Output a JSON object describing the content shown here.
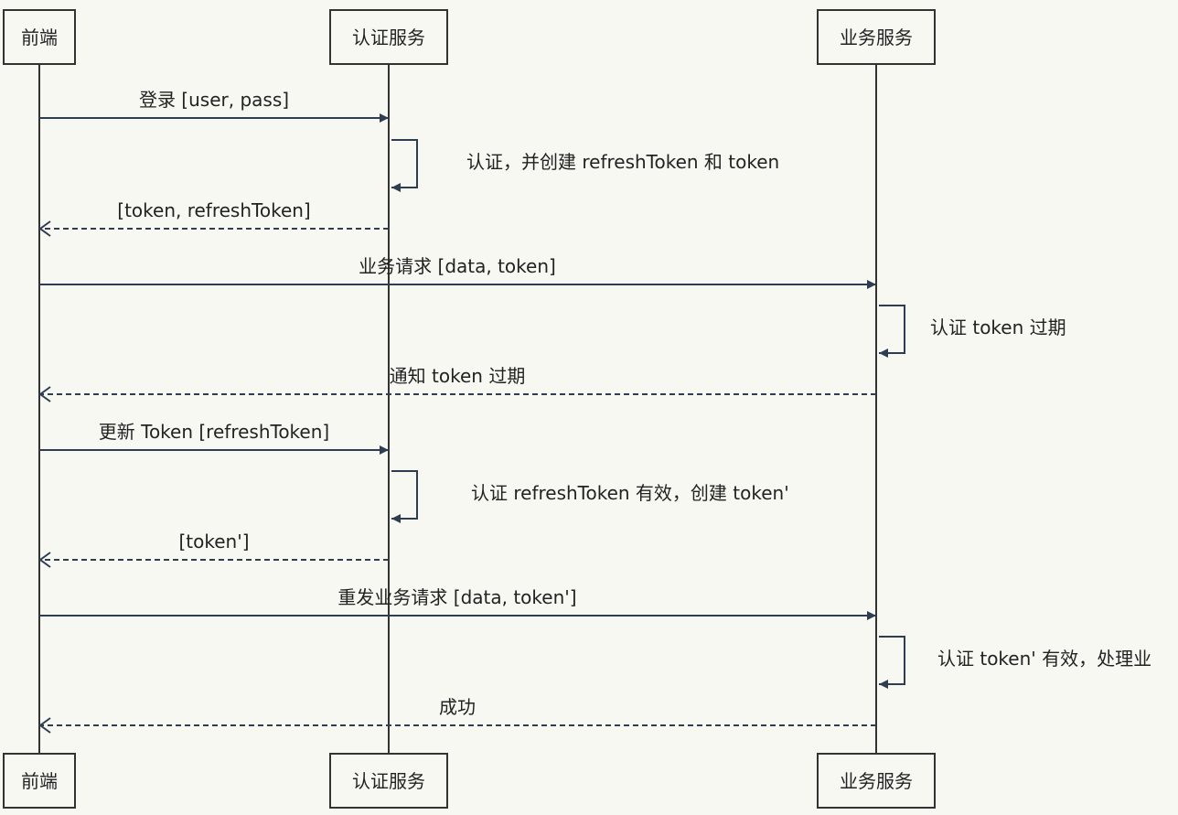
{
  "participants": {
    "frontend": "前端",
    "auth": "认证服务",
    "business": "业务服务"
  },
  "messages": [
    {
      "label": "登录 [user, pass]",
      "from": "frontend",
      "to": "auth",
      "style": "solid"
    },
    {
      "label": "认证，并创建 refreshToken 和 token",
      "self": "auth"
    },
    {
      "label": "[token, refreshToken]",
      "from": "auth",
      "to": "frontend",
      "style": "dashed"
    },
    {
      "label": "业务请求 [data, token]",
      "from": "frontend",
      "to": "business",
      "style": "solid"
    },
    {
      "label": "认证 token 过期",
      "self": "business"
    },
    {
      "label": "通知 token 过期",
      "from": "business",
      "to": "frontend",
      "style": "dashed"
    },
    {
      "label": "更新 Token [refreshToken]",
      "from": "frontend",
      "to": "auth",
      "style": "solid"
    },
    {
      "label": "认证 refreshToken 有效，创建 token'",
      "self": "auth"
    },
    {
      "label": "[token']",
      "from": "auth",
      "to": "frontend",
      "style": "dashed"
    },
    {
      "label": "重发业务请求 [data, token']",
      "from": "frontend",
      "to": "business",
      "style": "solid"
    },
    {
      "label": "认证 token' 有效，处理业",
      "self": "business"
    },
    {
      "label": "成功",
      "from": "business",
      "to": "frontend",
      "style": "dashed"
    }
  ]
}
